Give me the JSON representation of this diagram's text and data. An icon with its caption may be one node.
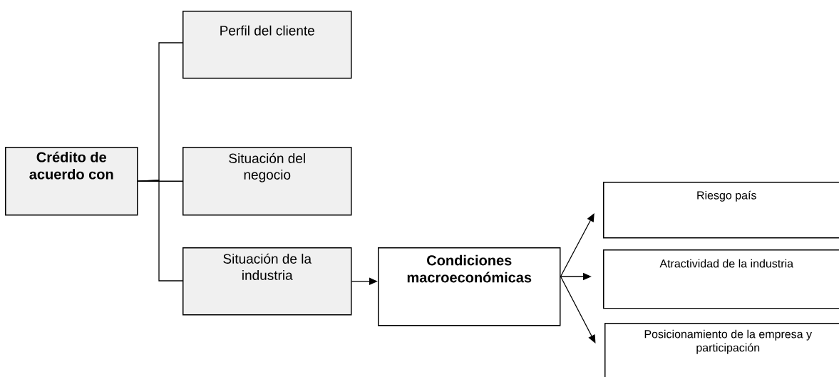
{
  "diagram": {
    "nodes": [
      {
        "text": [
          "Crédito de acuerdo con"
        ]
      },
      {
        "text": [
          "Perfil del cliente"
        ]
      },
      {
        "text": [
          "Situación del negocio"
        ]
      },
      {
        "text": [
          "Situación de la industria"
        ]
      },
      {
        "text": [
          "Condiciones macroeconómicas"
        ]
      },
      {
        "text": [
          "Riesgo país"
        ]
      },
      {
        "text": [
          "Atractividad de la industria"
        ]
      },
      {
        "text": [
          "Posicionamiento de la empresa y participación"
        ]
      }
    ],
    "edges": [
      {
        "from": 0,
        "to": 1,
        "arrow": "none"
      },
      {
        "from": 0,
        "to": 2,
        "arrow": "none"
      },
      {
        "from": 0,
        "to": 3,
        "arrow": "none"
      },
      {
        "from": 3,
        "to": 4,
        "arrow": "to"
      },
      {
        "from": 4,
        "to": 5,
        "arrow": "to"
      },
      {
        "from": 4,
        "to": 6,
        "arrow": "to"
      },
      {
        "from": 4,
        "to": 7,
        "arrow": "to"
      }
    ]
  }
}
